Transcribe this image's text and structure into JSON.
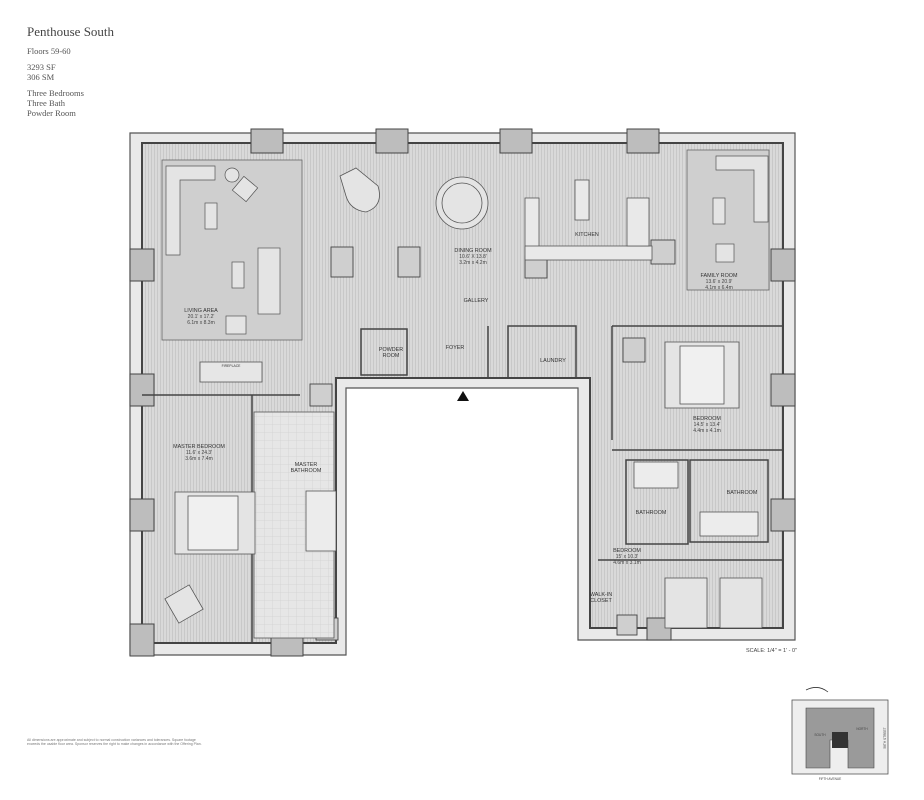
{
  "header": {
    "title": "Penthouse South",
    "floors": "Floors 59-60",
    "area_sf": "3293 SF",
    "area_sm": "306 SM",
    "bedrooms": "Three Bedrooms",
    "baths": "Three Bath",
    "powder": "Powder Room"
  },
  "rooms": {
    "living": {
      "name": "LIVING AREA",
      "dim_ft": "20.1' x 17.2'",
      "dim_m": "6.1m x 8.3m"
    },
    "dining": {
      "name": "DINING ROOM",
      "dim_ft": "10.6' X 13.8'",
      "dim_m": "3.2m x 4.2m"
    },
    "kitchen": {
      "name": "KITCHEN"
    },
    "family": {
      "name": "FAMILY ROOM",
      "dim_ft": "13.6' x 20.9'",
      "dim_m": "4.1m x 6.4m"
    },
    "gallery": {
      "name": "GALLERY"
    },
    "foyer": {
      "name": "FOYER"
    },
    "powder": {
      "name1": "POWDER",
      "name2": "ROOM"
    },
    "laundry": {
      "name": "LAUNDRY"
    },
    "fireplace": {
      "name": "FIREPLACE"
    },
    "master_bed": {
      "name": "MASTER BEDROOM",
      "dim_ft": "11.6' x 24.3'",
      "dim_m": "3.6m x 7.4m"
    },
    "master_bath": {
      "name1": "MASTER",
      "name2": "BATHROOM"
    },
    "bedroom2": {
      "name": "BEDROOM",
      "dim_ft": "14.5' x 13.4'",
      "dim_m": "4.4m x 4.1m"
    },
    "bath2": {
      "name": "BATHROOM"
    },
    "bath3": {
      "name": "BATHROOM"
    },
    "bedroom3": {
      "name": "BEDROOM",
      "dim_ft": "15' x 10.3'",
      "dim_m": "4.6m x 3.1m"
    },
    "closet": {
      "name1": "WALK-IN",
      "name2": "CLOSET"
    }
  },
  "scale": "SCALE: 1/4\" = 1' - 0\"",
  "disclaimer": "All dimensions are approximate and subject to normal construction variances and tolerances. Square footage exceeds the usable floor area. Sponsor reserves the right to make changes in accordance with the Offering Plan.",
  "keyplan": {
    "street": "58TH STREET",
    "avenue": "FIFTH AVENUE",
    "south": "SOUTH",
    "north": "NORTH"
  }
}
